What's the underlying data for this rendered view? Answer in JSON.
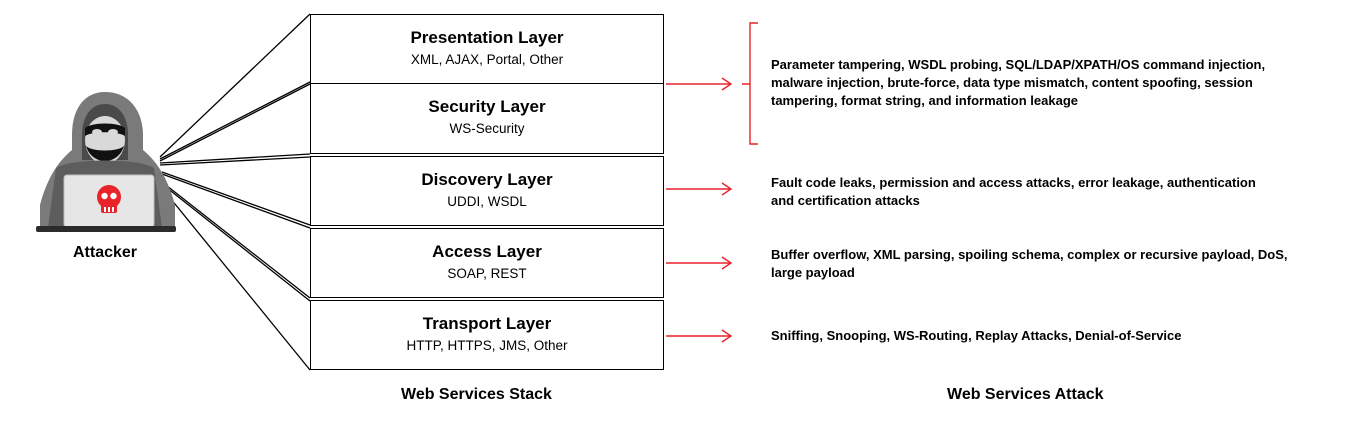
{
  "attacker": {
    "label": "Attacker",
    "icon": "hooded-hacker-with-skull-laptop-icon",
    "accent_color": "#e8232a"
  },
  "stack": {
    "label": "Web Services Stack",
    "layers": [
      {
        "title": "Presentation Layer",
        "subtitle": "XML, AJAX, Portal, Other"
      },
      {
        "title": "Security Layer",
        "subtitle": "WS-Security"
      },
      {
        "title": "Discovery Layer",
        "subtitle": "UDDI, WSDL"
      },
      {
        "title": "Access Layer",
        "subtitle": "SOAP, REST"
      },
      {
        "title": "Transport Layer",
        "subtitle": "HTTP, HTTPS, JMS, Other"
      }
    ]
  },
  "attacks": {
    "label": "Web Services Attack",
    "arrow_color": "#e8232a",
    "items": [
      "Parameter tampering, WSDL probing, SQL/LDAP/XPATH/OS command injection, malware injection, brute-force, data type mismatch, content spoofing, session tampering, format string, and information leakage",
      "Fault code leaks, permission and access attacks, error leakage, authentication and certification attacks",
      "Buffer overflow, XML parsing, spoiling schema, complex or recursive payload, DoS, large payload",
      "Sniffing, Snooping, WS-Routing, Replay Attacks, Denial-of-Service"
    ]
  }
}
